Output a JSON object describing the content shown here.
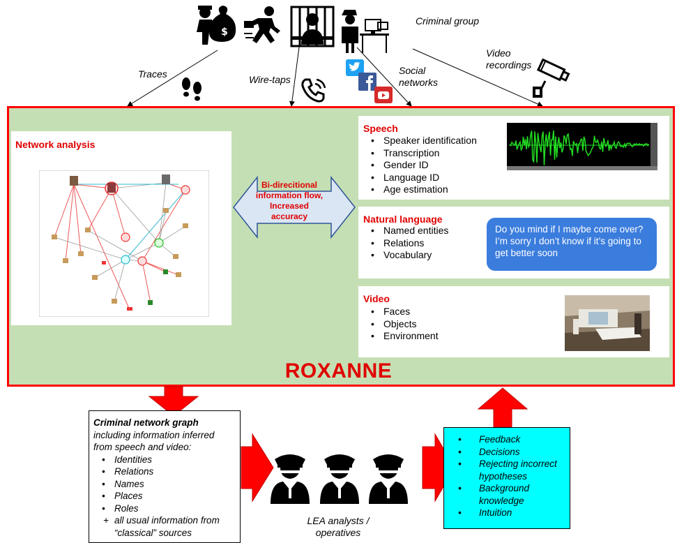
{
  "labels": {
    "criminal_group": "Criminal group",
    "traces": "Traces",
    "wire_taps": "Wire-taps",
    "social_networks_line1": "Social",
    "social_networks_line2": "networks",
    "video_recordings_line1": "Video",
    "video_recordings_line2": "recordings"
  },
  "network_analysis": {
    "title": "Network analysis"
  },
  "bidirectional": {
    "line1": "Bi-direcitional",
    "line2": "information flow,",
    "line3": "Increased",
    "line4": "accuracy"
  },
  "speech": {
    "title": "Speech",
    "items": [
      "Speaker identification",
      "Transcription",
      "Gender ID",
      "Language ID",
      "Age estimation"
    ]
  },
  "natural_language": {
    "title": "Natural language",
    "items": [
      "Named entities",
      "Relations",
      "Vocabulary"
    ],
    "chat_text": "Do you mind if I maybe come over? I’m sorry I don’t know if it’s going to get better soon"
  },
  "video": {
    "title": "Video",
    "items": [
      "Faces",
      "Objects",
      "Environment"
    ]
  },
  "roxanne": "ROXANNE",
  "criminal_network_graph": {
    "title": "Criminal network graph",
    "subtitle": "including information inferred from speech and video:",
    "items": [
      "Identities",
      "Relations",
      "Names",
      "Places",
      "Roles"
    ],
    "plus_item": "all usual information from “classical” sources"
  },
  "analysts": {
    "line1": "LEA analysts /",
    "line2": "operatives"
  },
  "feedback": {
    "items": [
      "Feedback",
      "Decisions",
      "Rejecting incorrect hypotheses",
      "Background knowledge",
      "Intuition"
    ]
  },
  "colors": {
    "frame_border": "#ff0000",
    "frame_fill": "#c5dfb4",
    "title_red": "#e00000",
    "arrow_red": "#ff0000",
    "feedback_fill": "#00ffff",
    "bidir_fill": "#dbe6f4",
    "chat_blue": "#3b7ddd",
    "waveform_green": "#22dd22"
  },
  "icons": [
    "thief-with-money-bag-icon",
    "running-thief-icon",
    "prisoner-behind-bars-icon",
    "hacker-at-computer-icon",
    "footprints-icon",
    "phone-call-icon",
    "twitter-icon",
    "facebook-icon",
    "youtube-icon",
    "cctv-camera-icon",
    "police-officer-icon"
  ]
}
